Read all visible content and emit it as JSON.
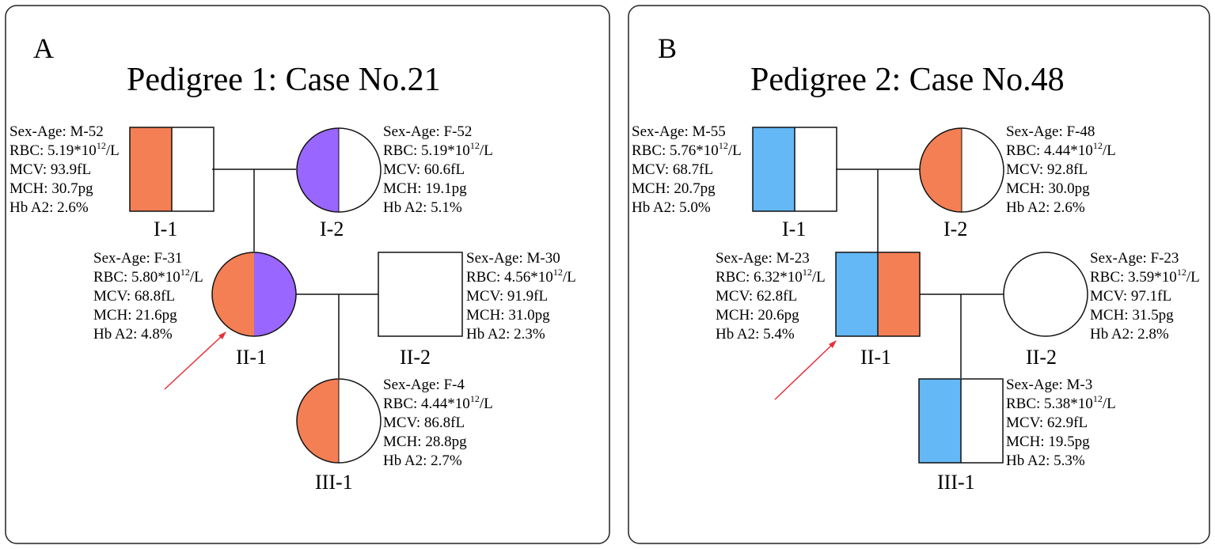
{
  "colors": {
    "orange": "#F47F55",
    "purple": "#9966FF",
    "blue": "#63B8F5",
    "arrow": "#E8303A",
    "line": "#111111"
  },
  "panelA": {
    "letter": "A",
    "title": "Pedigree 1:  Case No.21",
    "individuals": {
      "I1": {
        "label": "I-1",
        "shape": "square",
        "left_fill": "orange",
        "right_fill": "none",
        "info": {
          "sex_age": "Sex-Age: M-52",
          "rbc_pre": "RBC: 5.19*10",
          "rbc_exp": "12",
          "rbc_post": "/L",
          "mcv": "MCV: 93.9fL",
          "mch": "MCH: 30.7pg",
          "hba2": "Hb A2: 2.6%"
        }
      },
      "I2": {
        "label": "I-2",
        "shape": "circle",
        "left_fill": "purple",
        "right_fill": "none",
        "info": {
          "sex_age": "Sex-Age: F-52",
          "rbc_pre": "RBC: 5.19*10",
          "rbc_exp": "12",
          "rbc_post": "/L",
          "mcv": "MCV: 60.6fL",
          "mch": "MCH: 19.1pg",
          "hba2": "Hb A2: 5.1%"
        }
      },
      "II1": {
        "label": "II-1",
        "shape": "circle",
        "left_fill": "orange",
        "right_fill": "purple",
        "proband": true,
        "info": {
          "sex_age": "Sex-Age: F-31",
          "rbc_pre": "RBC: 5.80*10",
          "rbc_exp": "12",
          "rbc_post": "/L",
          "mcv": "MCV: 68.8fL",
          "mch": "MCH: 21.6pg",
          "hba2": "Hb A2: 4.8%"
        }
      },
      "II2": {
        "label": "II-2",
        "shape": "square",
        "left_fill": "none",
        "right_fill": "none",
        "info": {
          "sex_age": "Sex-Age: M-30",
          "rbc_pre": "RBC: 4.56*10",
          "rbc_exp": "12",
          "rbc_post": "/L",
          "mcv": "MCV: 91.9fL",
          "mch": "MCH: 31.0pg",
          "hba2": "Hb A2: 2.3%"
        }
      },
      "III1": {
        "label": "III-1",
        "shape": "circle",
        "left_fill": "orange",
        "right_fill": "none",
        "info": {
          "sex_age": "Sex-Age: F-4",
          "rbc_pre": "RBC: 4.44*10",
          "rbc_exp": "12",
          "rbc_post": "/L",
          "mcv": "MCV: 86.8fL",
          "mch": "MCH: 28.8pg",
          "hba2": "Hb A2: 2.7%"
        }
      }
    }
  },
  "panelB": {
    "letter": "B",
    "title": "Pedigree 2:  Case No.48",
    "individuals": {
      "I1": {
        "label": "I-1",
        "shape": "square",
        "left_fill": "blue",
        "right_fill": "none",
        "info": {
          "sex_age": "Sex-Age: M-55",
          "rbc_pre": "RBC: 5.76*10",
          "rbc_exp": "12",
          "rbc_post": "/L",
          "mcv": "MCV: 68.7fL",
          "mch": "MCH: 20.7pg",
          "hba2": "Hb A2: 5.0%"
        }
      },
      "I2": {
        "label": "I-2",
        "shape": "circle",
        "left_fill": "orange",
        "right_fill": "none",
        "info": {
          "sex_age": "Sex-Age: F-48",
          "rbc_pre": "RBC: 4.44*10",
          "rbc_exp": "12",
          "rbc_post": "/L",
          "mcv": "MCV: 92.8fL",
          "mch": "MCH: 30.0pg",
          "hba2": "Hb A2: 2.6%"
        }
      },
      "II1": {
        "label": "II-1",
        "shape": "square",
        "left_fill": "blue",
        "right_fill": "orange",
        "proband": true,
        "info": {
          "sex_age": "Sex-Age: M-23",
          "rbc_pre": "RBC: 6.32*10",
          "rbc_exp": "12",
          "rbc_post": "/L",
          "mcv": "MCV: 62.8fL",
          "mch": "MCH: 20.6pg",
          "hba2": "Hb A2: 5.4%"
        }
      },
      "II2": {
        "label": "II-2",
        "shape": "circle",
        "left_fill": "none",
        "right_fill": "none",
        "info": {
          "sex_age": "Sex-Age: F-23",
          "rbc_pre": "RBC: 3.59*10",
          "rbc_exp": "12",
          "rbc_post": "/L",
          "mcv": "MCV: 97.1fL",
          "mch": "MCH: 31.5pg",
          "hba2": "Hb A2: 2.8%"
        }
      },
      "III1": {
        "label": "III-1",
        "shape": "square",
        "left_fill": "blue",
        "right_fill": "none",
        "info": {
          "sex_age": "Sex-Age: M-3",
          "rbc_pre": "RBC: 5.38*10",
          "rbc_exp": "12",
          "rbc_post": "/L",
          "mcv": "MCV: 62.9fL",
          "mch": "MCH: 19.5pg",
          "hba2": "Hb A2: 5.3%"
        }
      }
    }
  }
}
